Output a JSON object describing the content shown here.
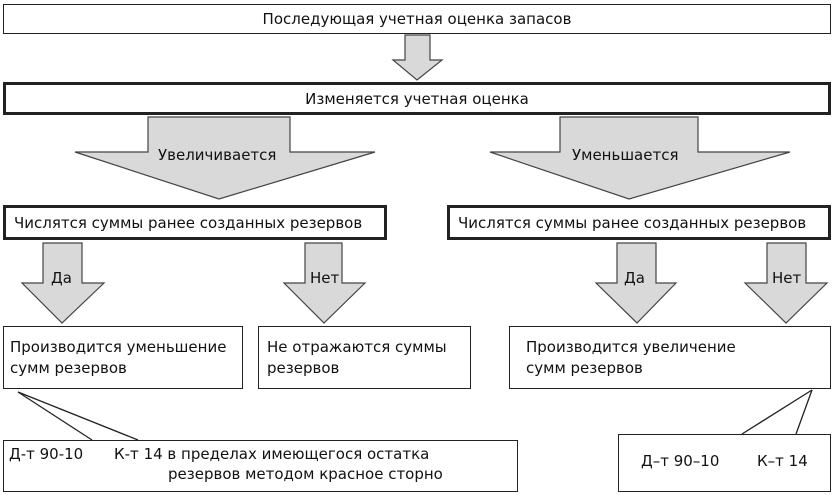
{
  "title": "Последующая учетная оценка запасов",
  "estimate_changes": "Изменяется учетная оценка",
  "branch_increase": "Увеличивается",
  "branch_decrease": "Уменьшается",
  "left_question": "Числятся суммы ранее созданных резервов",
  "right_question": "Числятся суммы ранее созданных резервов",
  "yes": "Да",
  "no": "Нет",
  "left_yes_result": [
    "Производится уменьшение",
    "сумм резервов"
  ],
  "left_no_result": [
    "Не отражаются суммы",
    "резервов"
  ],
  "right_yes_result": [
    "Производится увеличение",
    "сумм резервов"
  ],
  "left_entry": {
    "debit": "Д-т 90-10",
    "credit": "К-т 14 в пределах имеющегося остатка",
    "credit_cont": "резервов методом красное сторно"
  },
  "right_entry": {
    "debit": "Д–т 90–10",
    "credit": "К–т 14"
  }
}
